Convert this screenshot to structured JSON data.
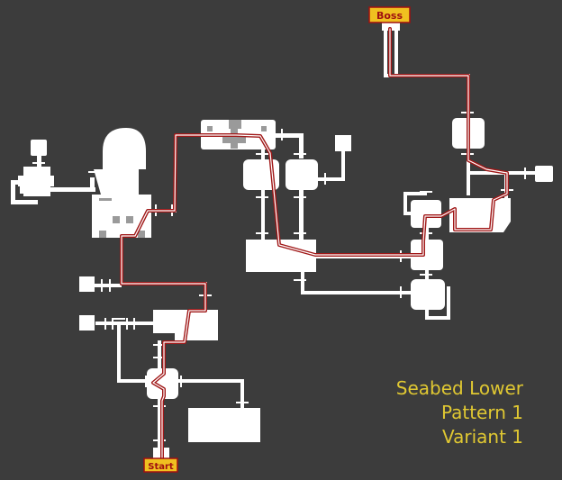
{
  "map": {
    "title_lines": [
      "Seabed Lower",
      "Pattern 1",
      "Variant 1"
    ],
    "start_label": "Start",
    "boss_label": "Boss"
  },
  "colors": {
    "background": "#3c3c3c",
    "room": "#ffffff",
    "route": "#a01818",
    "tag_fill": "#f0c020",
    "tag_border": "#a01010",
    "tag_text": "#a01010",
    "info_text": "#e0c832"
  }
}
